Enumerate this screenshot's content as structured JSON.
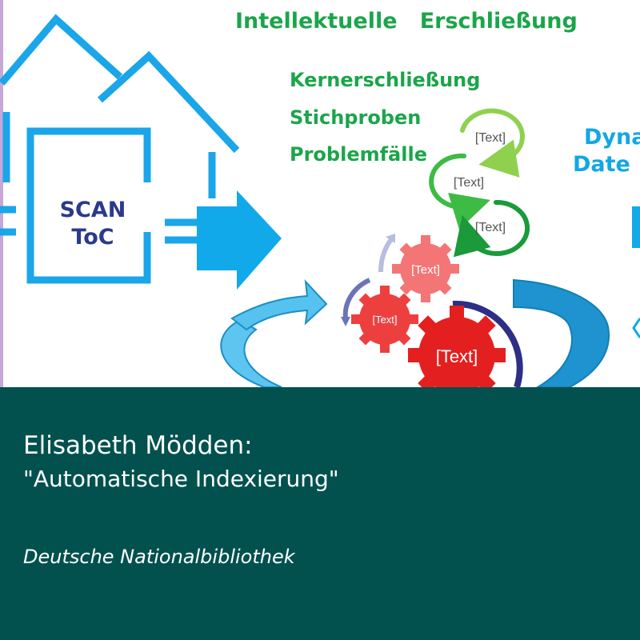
{
  "diagram": {
    "heading": "Intellektuelle   Erschließung",
    "list_items": [
      "Kernerschließung",
      "Stichproben",
      "Problemfälle"
    ],
    "scan_box": {
      "line1": "SCAN",
      "line2": "ToC"
    },
    "cycle_labels": [
      "[Text]",
      "[Text]",
      "[Text]"
    ],
    "gear_labels": [
      "[Text]",
      "[Text]",
      "[Text]"
    ],
    "right_text": {
      "line1": "Dyna",
      "line2": "Date"
    },
    "colors": {
      "outline_blue": "#1aa6e8",
      "heading_green": "#1ba54a",
      "scan_text": "#2b3a8c",
      "gear_red": "#e41f1f",
      "gear_salmon": "#f26d6d",
      "panel_teal": "#02514e"
    }
  },
  "caption": {
    "author": "Elisabeth Mödden:",
    "title": "\"Automatische Indexierung\"",
    "organization": "Deutsche Nationalbibliothek"
  }
}
